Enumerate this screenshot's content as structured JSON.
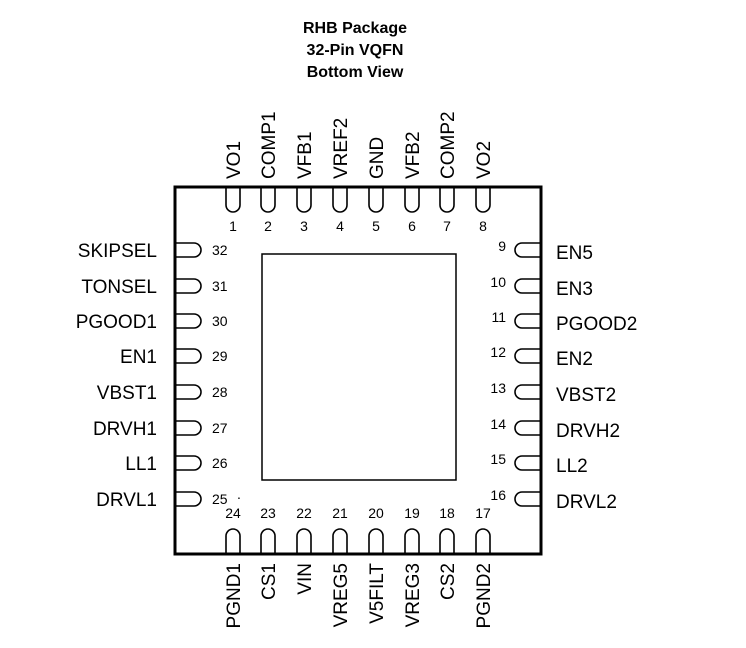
{
  "title": {
    "line1": "RHB Package",
    "line2": "32-Pin VQFN",
    "line3": "Bottom View"
  },
  "pins": {
    "top": [
      {
        "num": "1",
        "name": "VO1"
      },
      {
        "num": "2",
        "name": "COMP1"
      },
      {
        "num": "3",
        "name": "VFB1"
      },
      {
        "num": "4",
        "name": "VREF2"
      },
      {
        "num": "5",
        "name": "GND"
      },
      {
        "num": "6",
        "name": "VFB2"
      },
      {
        "num": "7",
        "name": "COMP2"
      },
      {
        "num": "8",
        "name": "VO2"
      }
    ],
    "left": [
      {
        "num": "32",
        "name": "SKIPSEL"
      },
      {
        "num": "31",
        "name": "TONSEL"
      },
      {
        "num": "30",
        "name": "PGOOD1"
      },
      {
        "num": "29",
        "name": "EN1"
      },
      {
        "num": "28",
        "name": "VBST1"
      },
      {
        "num": "27",
        "name": "DRVH1"
      },
      {
        "num": "26",
        "name": "LL1"
      },
      {
        "num": "25",
        "name": "DRVL1"
      }
    ],
    "right": [
      {
        "num": "9",
        "name": "EN5"
      },
      {
        "num": "10",
        "name": "EN3"
      },
      {
        "num": "11",
        "name": "PGOOD2"
      },
      {
        "num": "12",
        "name": "EN2"
      },
      {
        "num": "13",
        "name": "VBST2"
      },
      {
        "num": "14",
        "name": "DRVH2"
      },
      {
        "num": "15",
        "name": "LL2"
      },
      {
        "num": "16",
        "name": "DRVL2"
      }
    ],
    "bottom": [
      {
        "num": "24",
        "name": "PGND1"
      },
      {
        "num": "23",
        "name": "CS1"
      },
      {
        "num": "22",
        "name": "VIN"
      },
      {
        "num": "21",
        "name": "VREG5"
      },
      {
        "num": "20",
        "name": "V5FILT"
      },
      {
        "num": "19",
        "name": "VREG3"
      },
      {
        "num": "18",
        "name": "CS2"
      },
      {
        "num": "17",
        "name": "PGND2"
      }
    ]
  },
  "pin1_marker": "."
}
